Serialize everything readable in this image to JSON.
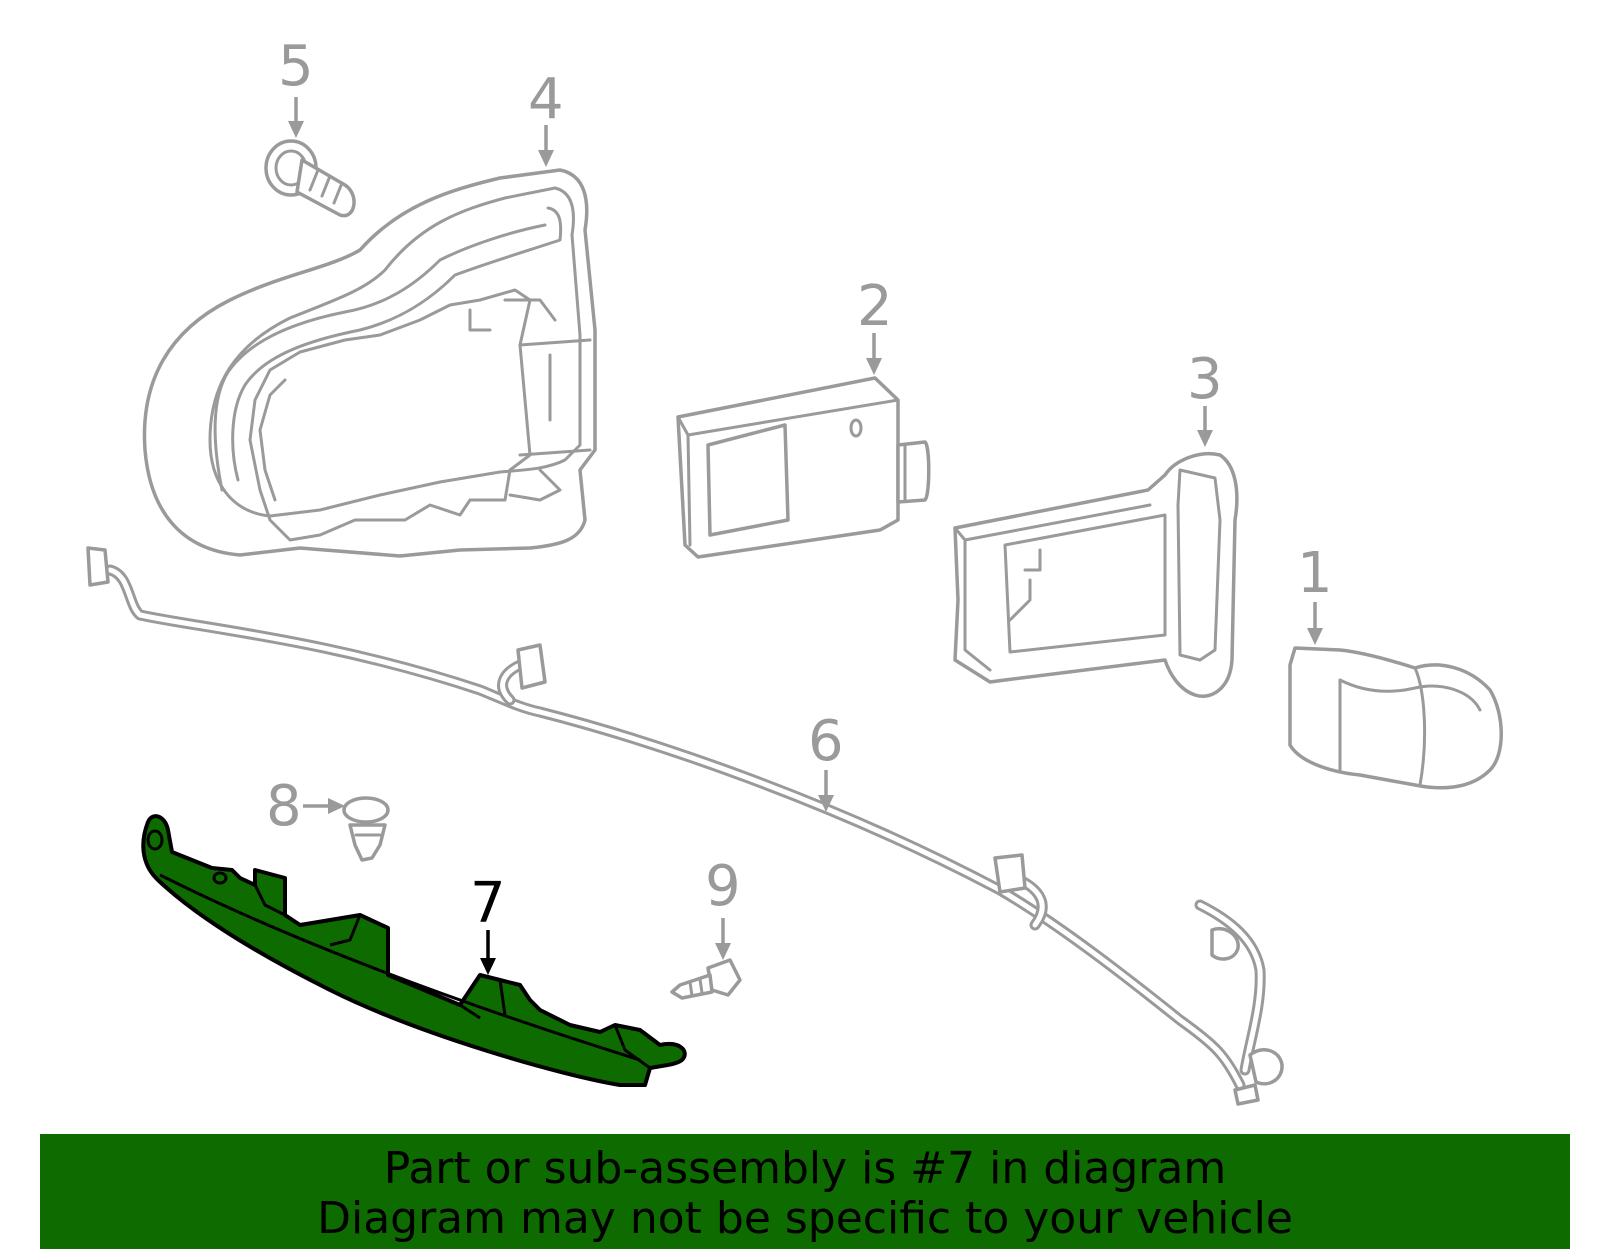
{
  "callouts": [
    {
      "id": "1",
      "text": "1"
    },
    {
      "id": "2",
      "text": "2"
    },
    {
      "id": "3",
      "text": "3"
    },
    {
      "id": "4",
      "text": "4"
    },
    {
      "id": "5",
      "text": "5"
    },
    {
      "id": "6",
      "text": "6"
    },
    {
      "id": "7",
      "text": "7"
    },
    {
      "id": "8",
      "text": "8"
    },
    {
      "id": "9",
      "text": "9"
    }
  ],
  "highlighted_part": "7",
  "colors": {
    "highlight": "#0d6b00",
    "line": "#9a9a9a",
    "banner": "#0d6b00"
  },
  "banner": {
    "line1": "Part or sub-assembly is #7 in diagram",
    "line2": "Diagram may not be specific to your vehicle"
  }
}
